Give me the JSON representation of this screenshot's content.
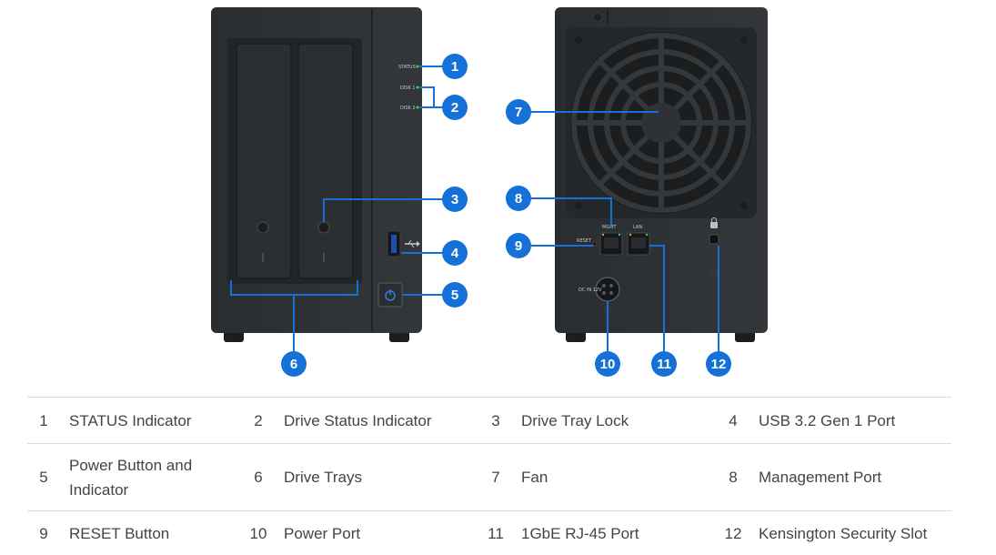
{
  "front_panel": {
    "status_text": "STATUS",
    "disk1_text": "DISK 1",
    "disk2_text": "DISK 2"
  },
  "rear_panel": {
    "reset_text": "RESET",
    "mgmt_text": "MGMT",
    "lan_text": "LAN",
    "dc_text": "DC IN 12V"
  },
  "callouts": [
    "1",
    "2",
    "3",
    "4",
    "5",
    "6",
    "7",
    "8",
    "9",
    "10",
    "11",
    "12"
  ],
  "legend": [
    {
      "num": "1",
      "label": "STATUS Indicator"
    },
    {
      "num": "2",
      "label": "Drive Status Indicator"
    },
    {
      "num": "3",
      "label": "Drive Tray Lock"
    },
    {
      "num": "4",
      "label": "USB 3.2 Gen 1 Port"
    },
    {
      "num": "5",
      "label": "Power Button and Indicator"
    },
    {
      "num": "6",
      "label": "Drive Trays"
    },
    {
      "num": "7",
      "label": "Fan"
    },
    {
      "num": "8",
      "label": "Management Port"
    },
    {
      "num": "9",
      "label": "RESET Button"
    },
    {
      "num": "10",
      "label": "Power Port"
    },
    {
      "num": "11",
      "label": "1GbE RJ-45 Port"
    },
    {
      "num": "12",
      "label": "Kensington Security Slot"
    }
  ],
  "colors": {
    "callout_blue": "#1570d8",
    "chassis": "#2d3033",
    "chassis_dark": "#1e2123"
  }
}
